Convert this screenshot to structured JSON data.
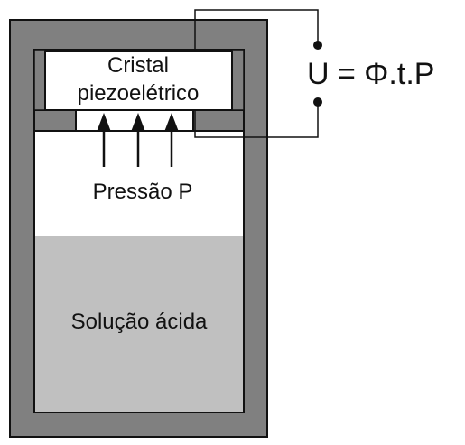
{
  "crystal": {
    "line1": "Cristal",
    "line2": "piezoelétrico"
  },
  "pressure_label": "Pressão P",
  "solution_label": "Solução ácida",
  "equation": "U = Φ.t.P",
  "colors": {
    "wall": "#808080",
    "solution": "#c0c0c0",
    "outline": "#111111",
    "crystal": "#ffffff",
    "interior": "#ffffff"
  }
}
